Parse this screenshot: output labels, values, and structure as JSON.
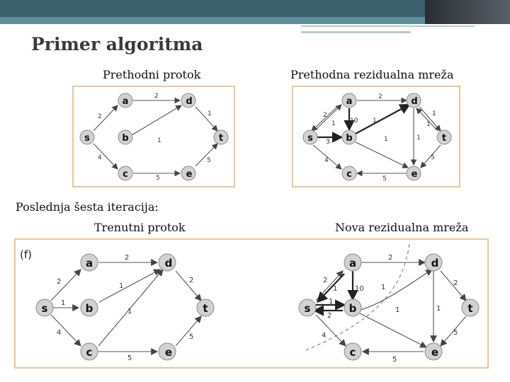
{
  "slide": {
    "title": "Primer algoritma",
    "label_prev_flow": "Prethodni protok",
    "label_prev_residual": "Prethodna rezidualna mreža",
    "label_last_iteration": "Poslednja šesta iteracija:",
    "label_current_flow": "Trenutni protok",
    "label_new_residual": "Nova rezidualna mreža",
    "panel_tag": "(f)"
  },
  "graphs": {
    "prev_flow": {
      "nodes": [
        "a",
        "d",
        "s",
        "b",
        "t",
        "c",
        "e"
      ],
      "weights": {
        "s_a": "2",
        "a_d": "2",
        "d_t": "1",
        "b_d": "1",
        "s_c": "4",
        "c_e": "5",
        "e_t": "5"
      }
    },
    "prev_residual": {
      "nodes": [
        "a",
        "d",
        "s",
        "b",
        "t",
        "c",
        "e"
      ],
      "weights": {
        "s_a": "2",
        "s_a_back": "1",
        "a_d": "2",
        "a_b": "10",
        "b_d": "1",
        "d_t": "1",
        "d_t_back": "1",
        "s_b": "3",
        "b_e": "1",
        "d_e": "1",
        "s_c": "4",
        "c_e": "5",
        "e_t": "5"
      }
    },
    "current_flow": {
      "nodes": [
        "a",
        "d",
        "s",
        "b",
        "t",
        "c",
        "e"
      ],
      "weights": {
        "s_a": "2",
        "a_d": "2",
        "b_d": "1",
        "s_b": "1",
        "c_d": "1",
        "d_t": "2",
        "s_c": "4",
        "c_e": "5",
        "e_t": "5"
      }
    },
    "new_residual": {
      "nodes": [
        "a",
        "d",
        "s",
        "b",
        "t",
        "c",
        "e"
      ],
      "weights": {
        "s_a": "2",
        "a_s": "1",
        "a_b": "10",
        "b_d": "1",
        "a_d": "2",
        "d_t": "2",
        "s_b": "1",
        "b_s": "2",
        "b_e": "1",
        "d_e": "1",
        "s_c": "4",
        "c_e": "5",
        "e_t": "5"
      }
    }
  }
}
